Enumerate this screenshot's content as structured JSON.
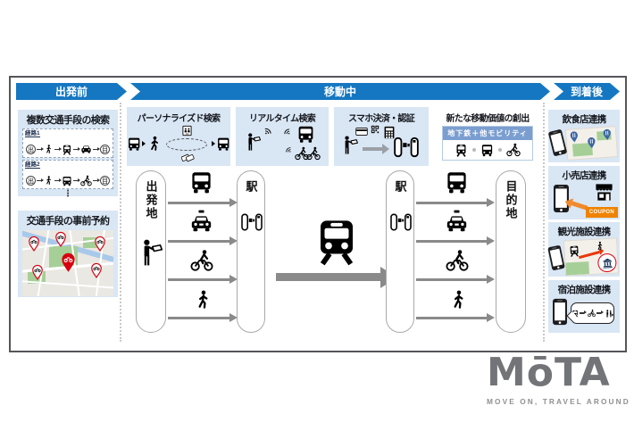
{
  "banner": {
    "stages": [
      {
        "label": "出発前"
      },
      {
        "label": "移動中"
      },
      {
        "label": "到着後"
      }
    ]
  },
  "pre_departure": {
    "multi_search": {
      "title": "複数交通手段の検索",
      "routes": [
        {
          "label": "経路1",
          "from": "出",
          "to": "目",
          "modes": [
            "walk",
            "train",
            "car"
          ]
        },
        {
          "label": "経路2",
          "from": "出",
          "to": "目",
          "modes": [
            "walk",
            "bus",
            "bicycle"
          ]
        }
      ],
      "ellipsis": "⋮"
    },
    "pre_booking": {
      "title": "交通手段の事前予約"
    }
  },
  "in_transit": {
    "features": [
      {
        "title": "パーソナライズド検索"
      },
      {
        "title": "リアルタイム検索"
      },
      {
        "title": "スマホ決済・認証"
      },
      {
        "title": "新たな移動価値の創出",
        "tag": "地下鉄＋他モビリティ"
      }
    ],
    "flow": {
      "origin": "出発地",
      "station_left": "駅",
      "station_right": "駅",
      "destination": "目的地",
      "modes": [
        "bus",
        "taxi",
        "bicycle",
        "walk"
      ],
      "trunk_mode": "train"
    }
  },
  "post_arrival": {
    "partners": [
      {
        "title": "飲食店連携"
      },
      {
        "title": "小売店連携",
        "coupon": "COUPON"
      },
      {
        "title": "観光施設連携"
      },
      {
        "title": "宿泊施設連携"
      }
    ]
  },
  "footer": {
    "logo": "MōTA",
    "tagline": "MOVE ON, TRAVEL AROUND"
  },
  "colors": {
    "banner_blue": "#1577c1",
    "panel_blue": "#d9e6f4",
    "tag_blue": "#7b9ed0",
    "coupon_orange": "#ef8200",
    "pin_red": "#d7000f",
    "arrow_gray": "#8a8a8a",
    "logo_gray": "#737478"
  }
}
